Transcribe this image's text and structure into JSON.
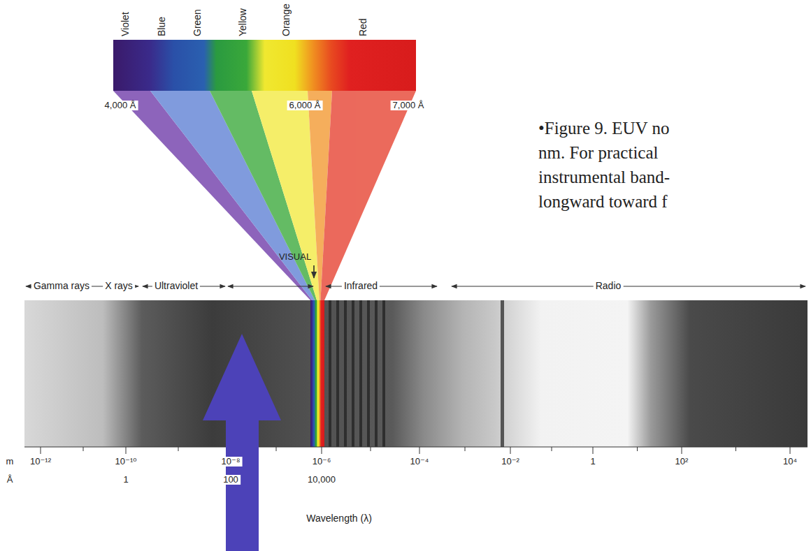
{
  "diagram": {
    "labels": [
      "Violet",
      "Blue",
      "Green",
      "Yellow",
      "Orange",
      "Red",
      "4,000 Å",
      "6,000 Å",
      "7,000 Å",
      "•Figure 9. EUV no",
      "nm. For practical",
      "instrumental band-",
      "longward toward f",
      "VISUAL",
      "Gamma rays",
      "X rays",
      "Ultraviolet",
      "Infrared",
      "Radio",
      "m",
      "10⁻¹²",
      "10⁻¹⁰",
      "10⁻⁸",
      "10⁻⁶",
      "10⁻⁴",
      "10⁻²",
      "1",
      "10²",
      "10⁴",
      "Å",
      "1",
      "100",
      "10,000",
      "Wavelength (λ)"
    ]
  }
}
